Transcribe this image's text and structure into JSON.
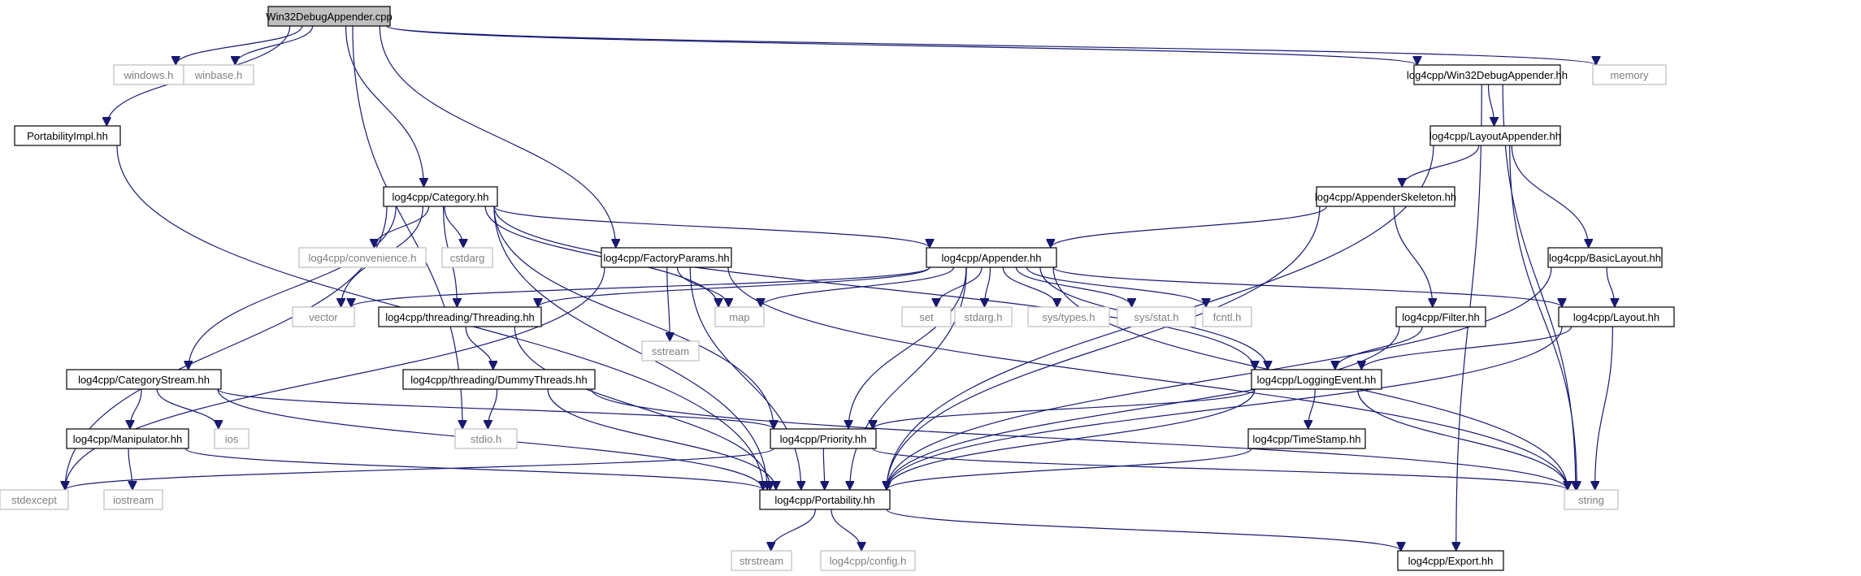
{
  "diagram": {
    "title": "Win32DebugAppender.cpp include dependency graph",
    "nodes": [
      {
        "id": "root",
        "label": "Win32DebugAppender.cpp",
        "kind": "root"
      },
      {
        "id": "windows",
        "label": "windows.h",
        "kind": "system"
      },
      {
        "id": "winbase",
        "label": "winbase.h",
        "kind": "system"
      },
      {
        "id": "w32dah",
        "label": "log4cpp/Win32DebugAppender.hh",
        "kind": "project"
      },
      {
        "id": "memory",
        "label": "memory",
        "kind": "system"
      },
      {
        "id": "portimpl",
        "label": "PortabilityImpl.hh",
        "kind": "project"
      },
      {
        "id": "layoutapp",
        "label": "log4cpp/LayoutAppender.hh",
        "kind": "project"
      },
      {
        "id": "category",
        "label": "log4cpp/Category.hh",
        "kind": "project"
      },
      {
        "id": "appskel",
        "label": "log4cpp/AppenderSkeleton.hh",
        "kind": "project"
      },
      {
        "id": "convenience",
        "label": "log4cpp/convenience.h",
        "kind": "system"
      },
      {
        "id": "cstdarg",
        "label": "cstdarg",
        "kind": "system"
      },
      {
        "id": "factory",
        "label": "log4cpp/FactoryParams.hh",
        "kind": "project"
      },
      {
        "id": "appender",
        "label": "log4cpp/Appender.hh",
        "kind": "project"
      },
      {
        "id": "basiclayout",
        "label": "log4cpp/BasicLayout.hh",
        "kind": "project"
      },
      {
        "id": "vector",
        "label": "vector",
        "kind": "system"
      },
      {
        "id": "threading",
        "label": "log4cpp/threading/Threading.hh",
        "kind": "project"
      },
      {
        "id": "sstream",
        "label": "sstream",
        "kind": "system"
      },
      {
        "id": "map",
        "label": "map",
        "kind": "system"
      },
      {
        "id": "set",
        "label": "set",
        "kind": "system"
      },
      {
        "id": "stdarg",
        "label": "stdarg.h",
        "kind": "system"
      },
      {
        "id": "systypes",
        "label": "sys/types.h",
        "kind": "system"
      },
      {
        "id": "sysstat",
        "label": "sys/stat.h",
        "kind": "system"
      },
      {
        "id": "fcntl",
        "label": "fcntl.h",
        "kind": "system"
      },
      {
        "id": "filter",
        "label": "log4cpp/Filter.hh",
        "kind": "project"
      },
      {
        "id": "layout",
        "label": "log4cpp/Layout.hh",
        "kind": "project"
      },
      {
        "id": "catstream",
        "label": "log4cpp/CategoryStream.hh",
        "kind": "project"
      },
      {
        "id": "dummy",
        "label": "log4cpp/threading/DummyThreads.hh",
        "kind": "project"
      },
      {
        "id": "logevent",
        "label": "log4cpp/LoggingEvent.hh",
        "kind": "project"
      },
      {
        "id": "manip",
        "label": "log4cpp/Manipulator.hh",
        "kind": "project"
      },
      {
        "id": "ios",
        "label": "ios",
        "kind": "system"
      },
      {
        "id": "stdio",
        "label": "stdio.h",
        "kind": "system"
      },
      {
        "id": "priority",
        "label": "log4cpp/Priority.hh",
        "kind": "project"
      },
      {
        "id": "timestamp",
        "label": "log4cpp/TimeStamp.hh",
        "kind": "project"
      },
      {
        "id": "stdexcept",
        "label": "stdexcept",
        "kind": "system"
      },
      {
        "id": "iostream",
        "label": "iostream",
        "kind": "system"
      },
      {
        "id": "portability",
        "label": "log4cpp/Portability.hh",
        "kind": "project"
      },
      {
        "id": "string",
        "label": "string",
        "kind": "system"
      },
      {
        "id": "strstream",
        "label": "strstream",
        "kind": "system"
      },
      {
        "id": "config",
        "label": "log4cpp/config.h",
        "kind": "system"
      },
      {
        "id": "export",
        "label": "log4cpp/Export.hh",
        "kind": "project"
      }
    ],
    "edges": [
      [
        "root",
        "windows"
      ],
      [
        "root",
        "winbase"
      ],
      [
        "root",
        "w32dah"
      ],
      [
        "root",
        "memory"
      ],
      [
        "root",
        "portimpl"
      ],
      [
        "root",
        "category"
      ],
      [
        "root",
        "factory"
      ],
      [
        "root",
        "stdio"
      ],
      [
        "w32dah",
        "layoutapp"
      ],
      [
        "w32dah",
        "string"
      ],
      [
        "w32dah",
        "export"
      ],
      [
        "portimpl",
        "portability"
      ],
      [
        "layoutapp",
        "appskel"
      ],
      [
        "layoutapp",
        "basiclayout"
      ],
      [
        "layoutapp",
        "portability"
      ],
      [
        "layoutapp",
        "string"
      ],
      [
        "appskel",
        "appender"
      ],
      [
        "appskel",
        "filter"
      ],
      [
        "appskel",
        "portability"
      ],
      [
        "category",
        "convenience"
      ],
      [
        "category",
        "cstdarg"
      ],
      [
        "category",
        "appender"
      ],
      [
        "category",
        "vector"
      ],
      [
        "category",
        "threading"
      ],
      [
        "category",
        "map"
      ],
      [
        "category",
        "priority"
      ],
      [
        "category",
        "catstream"
      ],
      [
        "category",
        "logevent"
      ],
      [
        "category",
        "portability"
      ],
      [
        "category",
        "stdexcept"
      ],
      [
        "factory",
        "sstream"
      ],
      [
        "factory",
        "map"
      ],
      [
        "factory",
        "string"
      ],
      [
        "factory",
        "portability"
      ],
      [
        "factory",
        "stdexcept"
      ],
      [
        "appender",
        "vector"
      ],
      [
        "appender",
        "threading"
      ],
      [
        "appender",
        "map"
      ],
      [
        "appender",
        "set"
      ],
      [
        "appender",
        "stdarg"
      ],
      [
        "appender",
        "systypes"
      ],
      [
        "appender",
        "sysstat"
      ],
      [
        "appender",
        "fcntl"
      ],
      [
        "appender",
        "layout"
      ],
      [
        "appender",
        "logevent"
      ],
      [
        "appender",
        "priority"
      ],
      [
        "appender",
        "portability"
      ],
      [
        "appender",
        "string"
      ],
      [
        "basiclayout",
        "layout"
      ],
      [
        "basiclayout",
        "portability"
      ],
      [
        "filter",
        "logevent"
      ],
      [
        "filter",
        "portability"
      ],
      [
        "layout",
        "logevent"
      ],
      [
        "layout",
        "string"
      ],
      [
        "layout",
        "portability"
      ],
      [
        "threading",
        "dummy"
      ],
      [
        "threading",
        "portability"
      ],
      [
        "dummy",
        "stdio"
      ],
      [
        "dummy",
        "string"
      ],
      [
        "dummy",
        "portability"
      ],
      [
        "catstream",
        "manip"
      ],
      [
        "catstream",
        "ios"
      ],
      [
        "catstream",
        "priority"
      ],
      [
        "catstream",
        "portability"
      ],
      [
        "logevent",
        "priority"
      ],
      [
        "logevent",
        "timestamp"
      ],
      [
        "logevent",
        "string"
      ],
      [
        "logevent",
        "portability"
      ],
      [
        "manip",
        "iostream"
      ],
      [
        "manip",
        "portability"
      ],
      [
        "priority",
        "string"
      ],
      [
        "priority",
        "stdexcept"
      ],
      [
        "priority",
        "portability"
      ],
      [
        "timestamp",
        "portability"
      ],
      [
        "portability",
        "strstream"
      ],
      [
        "portability",
        "config"
      ],
      [
        "portability",
        "export"
      ]
    ]
  }
}
